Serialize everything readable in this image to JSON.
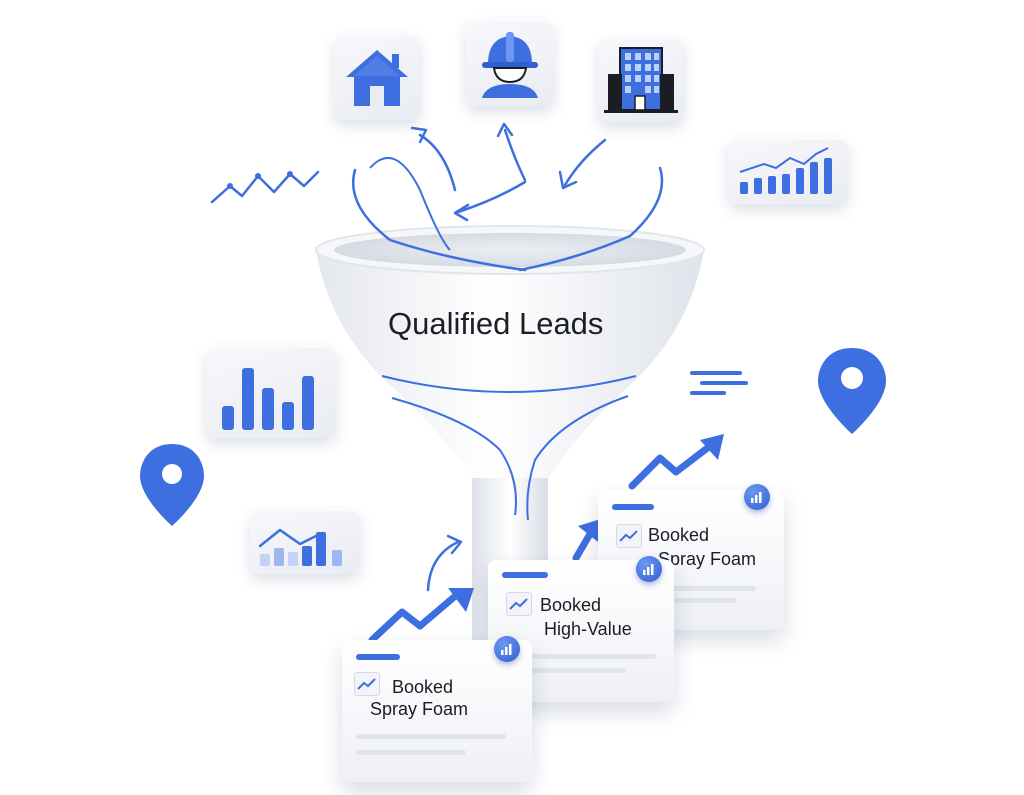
{
  "funnel": {
    "label": "Qualified Leads"
  },
  "icons": {
    "house": "house-icon",
    "worker": "worker-helmet-icon",
    "building": "office-building-icon",
    "map_pin": "map-pin-icon",
    "bar_chart": "bar-chart-icon",
    "trend_chart": "trend-chart-icon"
  },
  "cards": [
    {
      "line1": "Booked",
      "line2": "Spray Foam"
    },
    {
      "line1": "Booked",
      "line2": "High-Value"
    },
    {
      "line1": "Booked",
      "line2": "Spray Foam"
    }
  ],
  "colors": {
    "accent": "#3d6fe0",
    "accent_light": "#6d97f2",
    "funnel": "#eef0f4"
  }
}
